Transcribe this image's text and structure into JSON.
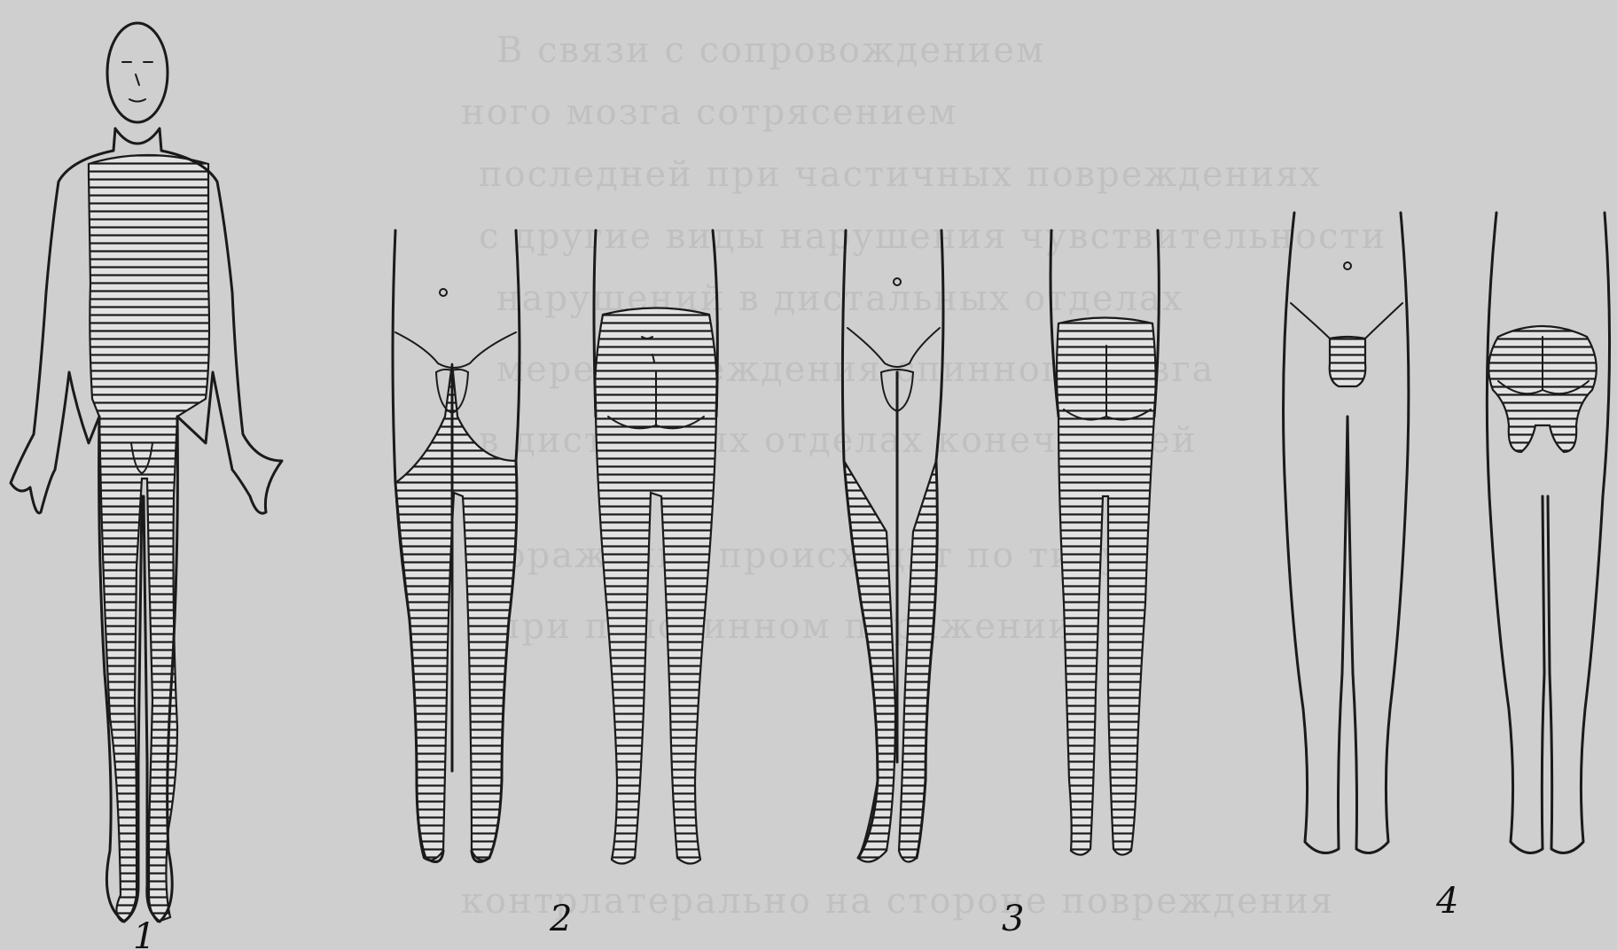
{
  "figures": [
    {
      "label": "1",
      "shading": "trunk-and-legs"
    },
    {
      "label": "2",
      "shading": "legs-below-groin"
    },
    {
      "label": "3",
      "shading": "partial-legs"
    },
    {
      "label": "4",
      "shading": "perineal-saddle"
    }
  ],
  "background_text": [
    "В связи с сопровождением",
    "ного мозга сотрясением",
    "последней при частичных повреждениях",
    "с другие виды нарушения чувствительности",
    "нарушений в дистальных отделах",
    "мере повреждения спинного мозга",
    "в дистальных отделах конечностей",
    "поражение происходит по типу",
    "при половинном поражении",
    "контрлатерально на стороне повреждения"
  ],
  "colors": {
    "paper": "#cfcfcf",
    "ink": "#1a1a1a"
  }
}
